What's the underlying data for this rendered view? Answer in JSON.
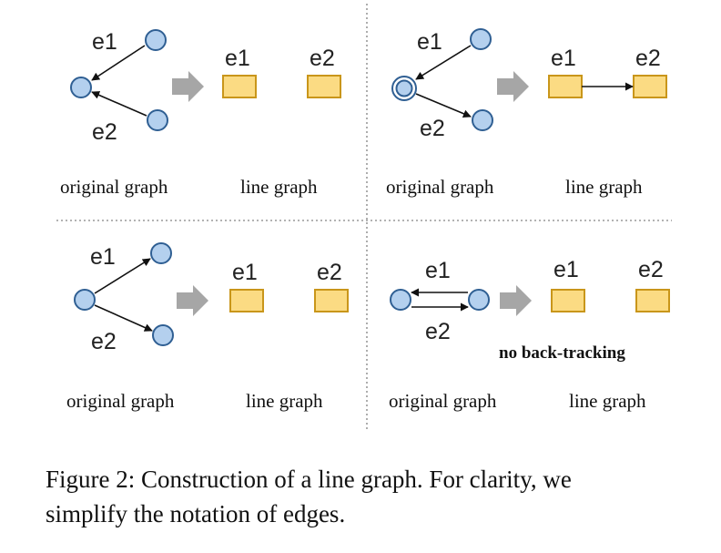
{
  "panels": {
    "top_left": {
      "edge1": "e1",
      "edge2": "e2",
      "node1": "e1",
      "node2": "e2",
      "left_caption": "original graph",
      "right_caption": "line graph"
    },
    "top_right": {
      "edge1": "e1",
      "edge2": "e2",
      "node1": "e1",
      "node2": "e2",
      "left_caption": "original graph",
      "right_caption": "line graph"
    },
    "bottom_left": {
      "edge1": "e1",
      "edge2": "e2",
      "node1": "e1",
      "node2": "e2",
      "left_caption": "original graph",
      "right_caption": "line graph"
    },
    "bottom_right": {
      "edge1": "e1",
      "edge2": "e2",
      "node1": "e1",
      "node2": "e2",
      "left_caption": "original graph",
      "right_caption": "line graph",
      "note": "no back-tracking"
    }
  },
  "caption": {
    "line1": "Figure 2: Construction of a line graph. For clarity, we",
    "line2": "simplify the notation of edges."
  },
  "colors": {
    "node_fill": "#b4d0ee",
    "node_stroke": "#2f5f93",
    "box_fill": "#fbdb83",
    "box_stroke": "#c9961a",
    "transform_arrow": "#a6a6a6",
    "edge": "#111111",
    "divider": "#999999"
  }
}
